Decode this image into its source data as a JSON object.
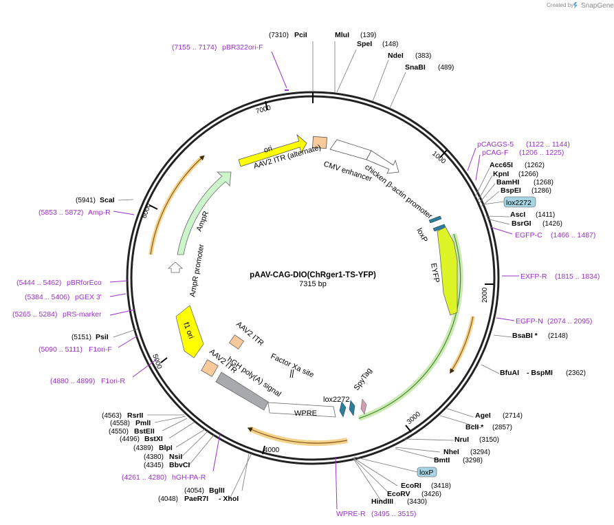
{
  "header": {
    "created_by": "Created by",
    "brand": "SnapGene"
  },
  "plasmid": {
    "name": "pAAV-CAG-DIO(ChRger1-TS-YFP)",
    "size_label": "7315 bp"
  },
  "ticks": [
    "1000",
    "2000",
    "3000",
    "4000",
    "5000",
    "6000",
    "7000"
  ],
  "features": {
    "ori": "ori",
    "aav2_itr_alt": "AAV2 ITR (alternate)",
    "cmv_enhancer": "CMV enhancer",
    "chicken_promoter": "chicken β-actin promoter",
    "loxp_inner": "loxP",
    "eyfp": "EYFP",
    "ampr": "AmpR",
    "ampr_promoter": "AmpR promoter",
    "f1_ori": "f1 ori",
    "aav2_itr_1": "AAV2 ITR",
    "aav2_itr_2": "AAV2 ITR",
    "hgh_polya": "hGH poly(A) signal",
    "factor_xa": "Factor Xa site",
    "wpre": "WPRE",
    "lox2272_inner": "lox2272",
    "spytag": "SpyTag"
  },
  "boxed": {
    "lox2272": "lox2272",
    "loxp": "loxP"
  },
  "sites": [
    {
      "name": "PciI",
      "pos": "(7310)"
    },
    {
      "name": "MluI",
      "pos": "(139)"
    },
    {
      "name": "SpeI",
      "pos": "(148)"
    },
    {
      "name": "NdeI",
      "pos": "(383)"
    },
    {
      "name": "SnaBI",
      "pos": "(489)"
    },
    {
      "name": "Acc65I",
      "pos": "(1262)"
    },
    {
      "name": "KpnI",
      "pos": "(1266)"
    },
    {
      "name": "BamHI",
      "pos": "(1268)"
    },
    {
      "name": "BspEI",
      "pos": "(1286)"
    },
    {
      "name": "AscI",
      "pos": "(1411)"
    },
    {
      "name": "BsrGI",
      "pos": "(1426)"
    },
    {
      "name": "BsaBI *",
      "pos": "(2148)"
    },
    {
      "name": "BfuAI",
      "pos": ""
    },
    {
      "name": "- BspMI",
      "pos": "(2362)"
    },
    {
      "name": "AgeI",
      "pos": "(2714)"
    },
    {
      "name": "BclI *",
      "pos": "(2857)"
    },
    {
      "name": "NruI",
      "pos": "(3150)"
    },
    {
      "name": "NheI",
      "pos": "(3294)"
    },
    {
      "name": "BmtI",
      "pos": "(3298)"
    },
    {
      "name": "EcoRI",
      "pos": "(3418)"
    },
    {
      "name": "EcoRV",
      "pos": "(3426)"
    },
    {
      "name": "HindIII",
      "pos": "(3430)"
    },
    {
      "name": "BglII",
      "pos": "(4054)"
    },
    {
      "name": "PaeR7I",
      "pos": "(4048)"
    },
    {
      "name": "- XhoI",
      "pos": ""
    },
    {
      "name": "BbvCI",
      "pos": "(4345)"
    },
    {
      "name": "NsiI",
      "pos": "(4380)"
    },
    {
      "name": "BlpI",
      "pos": "(4389)"
    },
    {
      "name": "BstXI",
      "pos": "(4496)"
    },
    {
      "name": "BstEII",
      "pos": "(4550)"
    },
    {
      "name": "PmlI",
      "pos": "(4558)"
    },
    {
      "name": "RsrII",
      "pos": "(4563)"
    },
    {
      "name": "PsiI",
      "pos": "(5151)"
    },
    {
      "name": "ScaI",
      "pos": "(5941)"
    }
  ],
  "primers": [
    {
      "range": "(7155 .. 7174)",
      "name": "pBR322ori-F"
    },
    {
      "name": "pCAGGS-5",
      "range": "(1122 .. 1144)"
    },
    {
      "name": "pCAG-F",
      "range": "(1206 .. 1225)"
    },
    {
      "name": "EGFP-C",
      "range": "(1466 .. 1487)"
    },
    {
      "name": "EXFP-R",
      "range": "(1815 .. 1834)"
    },
    {
      "name": "EGFP-N",
      "range": "(2074 .. 2095)"
    },
    {
      "name": "WPRE-R",
      "range": "(3495 .. 3515)"
    },
    {
      "range": "(4261 .. 4280)",
      "name": "hGH-PA-R"
    },
    {
      "range": "(4880 .. 4899)",
      "name": "F1ori-R"
    },
    {
      "range": "(5090 .. 5111)",
      "name": "F1ori-F"
    },
    {
      "range": "(5265 .. 5284)",
      "name": "pRS-marker"
    },
    {
      "range": "(5384 .. 5406)",
      "name": "pGEX 3'"
    },
    {
      "range": "(5444 .. 5462)",
      "name": "pBRforEco"
    },
    {
      "range": "(5853 .. 5872)",
      "name": "Amp-R"
    }
  ],
  "colors": {
    "ori": "#ffff00",
    "ampr": "#ccf5cc",
    "eyfp": "#ddf527",
    "itr": "#f8c99a",
    "polya": "#a7a9ac",
    "primer": "#9b30c8",
    "orf_arrow": "#e8a93a",
    "box": "#a6d4e3",
    "loxp_marker": "#2e7d9a",
    "spytag": "#d19db3"
  }
}
